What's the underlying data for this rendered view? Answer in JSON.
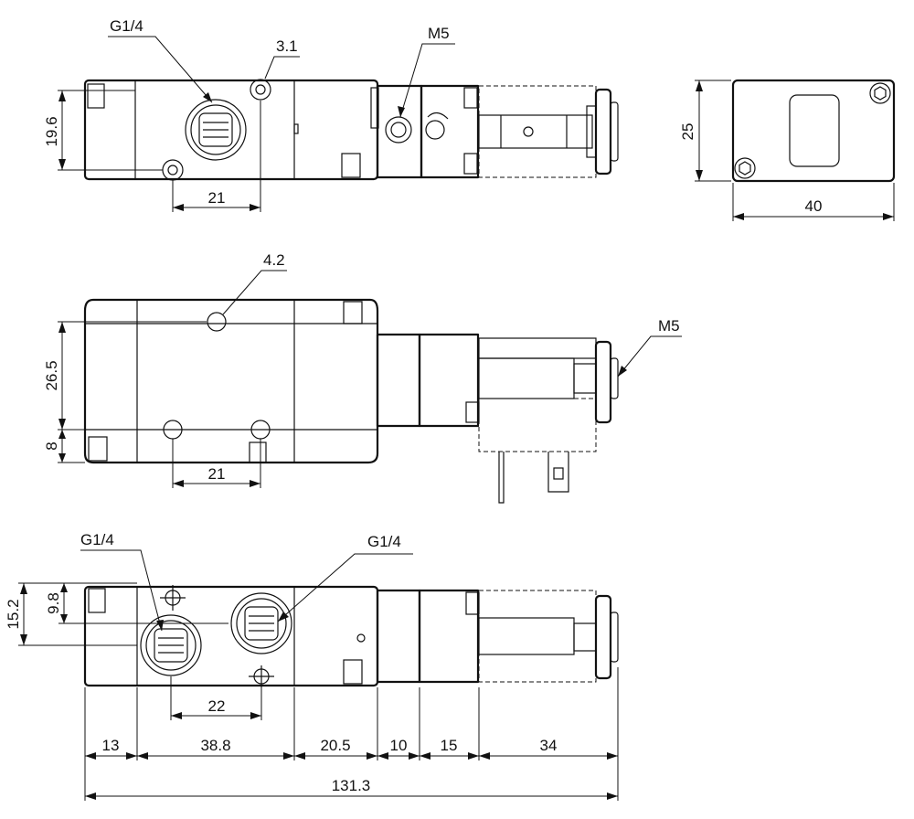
{
  "labels": {
    "g14_top": "G1/4",
    "d31": "3.1",
    "m5_top": "M5",
    "d196": "19.6",
    "d21_top": "21",
    "d25": "25",
    "d40": "40",
    "d42": "4.2",
    "m5_mid": "M5",
    "d265": "26.5",
    "d8": "8",
    "d21_mid": "21",
    "g14_left": "G1/4",
    "g14_right": "G1/4",
    "d152": "15.2",
    "d98": "9.8",
    "d22": "22",
    "d13": "13",
    "d388": "38.8",
    "d205": "20.5",
    "d10": "10",
    "d15": "15",
    "d34": "34",
    "d1313": "131.3"
  }
}
